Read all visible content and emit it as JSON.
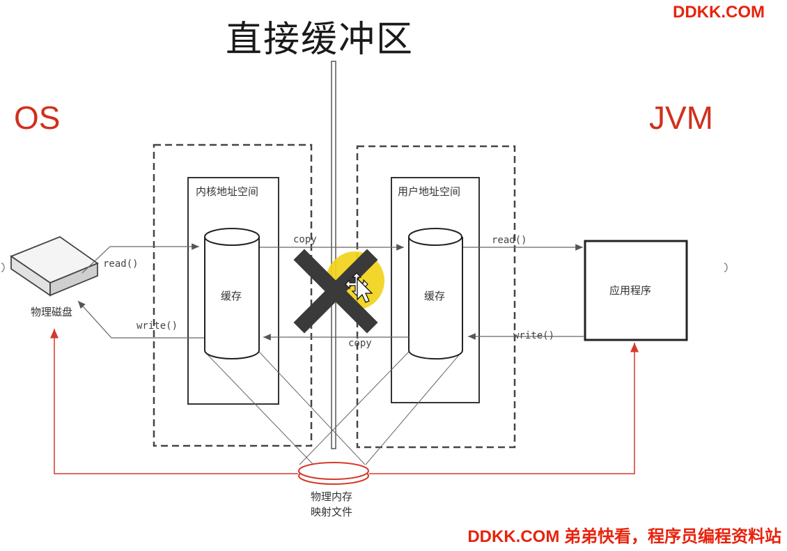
{
  "title": "直接缓冲区",
  "watermark_top": "DDKK.COM",
  "watermark_bottom": "DDKK.COM 弟弟快看，程序员编程资料站",
  "os_label": "OS",
  "jvm_label": "JVM",
  "kernel_space_label": "内核地址空间",
  "user_space_label": "用户地址空间",
  "kernel_cache_label": "缓存",
  "user_cache_label": "缓存",
  "disk_label": "物理磁盘",
  "app_label": "应用程序",
  "mmap_label_line1": "物理内存",
  "mmap_label_line2": "映射文件",
  "arrows": {
    "disk_read": "read()",
    "disk_write": "write()",
    "copy_top": "copy",
    "copy_bottom": "copy",
    "app_read": "read()",
    "app_write": "write()"
  },
  "colors": {
    "os_jvm_text": "#d0301c",
    "watermark": "#e8220c",
    "mapping_lines": "#d43a2a",
    "cross_mark": "#3a3a3a",
    "cursor_highlight": "#f2d21a"
  }
}
